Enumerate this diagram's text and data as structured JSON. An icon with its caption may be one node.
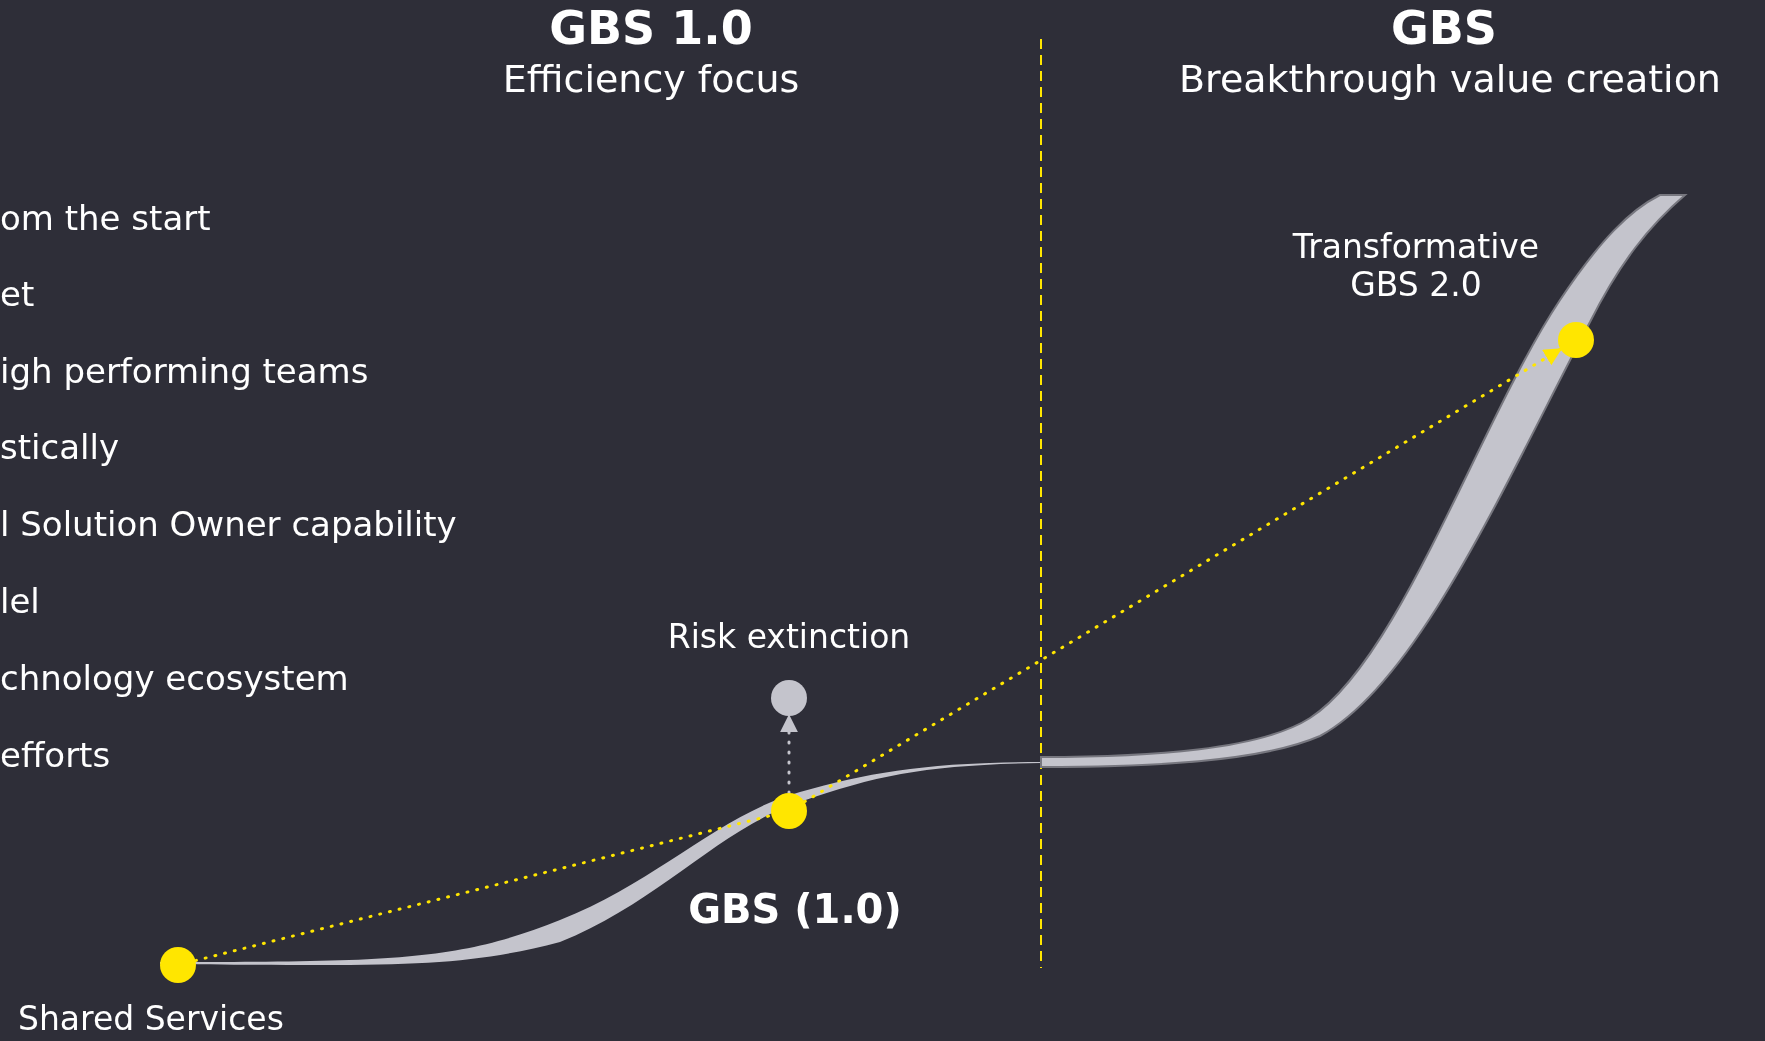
{
  "diagram": {
    "nodes": [
      {
        "text": [],
        "shape": "circle",
        "beside": [
          "Shared Services"
        ]
      },
      {
        "text": [],
        "shape": "circle",
        "beside": [
          "GBS (1.0)"
        ]
      },
      {
        "text": [],
        "shape": "circle",
        "beside": [
          "Risk extinction"
        ]
      },
      {
        "text": [],
        "shape": "circle",
        "beside": [
          "Transformative GBS 2.0"
        ]
      }
    ],
    "edges": [
      {
        "from": 0,
        "to": 1,
        "arrow": "none",
        "style": "dashed"
      },
      {
        "from": 1,
        "to": 3,
        "arrow": "to",
        "style": "dashed"
      },
      {
        "from": 1,
        "to": 2,
        "arrow": "to",
        "style": "dashed",
        "color": "#c4c4cc"
      }
    ],
    "labels": [
      "GBS 1.0",
      "Efficiency focus",
      "GBS",
      "Breakthrough value creation",
      "om the start",
      "et",
      "igh performing teams",
      "stically",
      "l Solution Owner capability",
      "lel",
      "chnology ecosystem",
      "efforts"
    ]
  }
}
